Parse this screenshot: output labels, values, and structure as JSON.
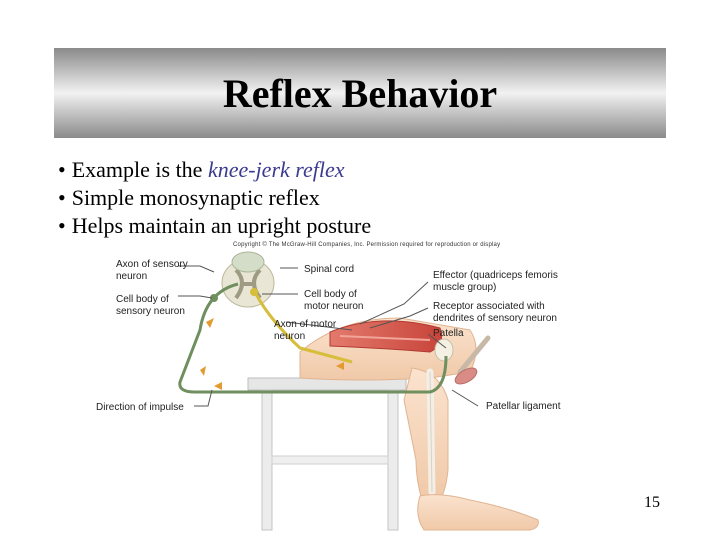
{
  "slide": {
    "title": "Reflex Behavior",
    "bullets": {
      "b1_prefix": "Example is the ",
      "b1_em": "knee-jerk reflex",
      "b2": "Simple monosynaptic reflex",
      "b3": "Helps maintain an upright posture"
    },
    "bullet_char": "•",
    "copyright": "Copyright © The McGraw-Hill Companies, Inc. Permission required for reproduction or display",
    "page_number": "15"
  },
  "figure": {
    "labels": {
      "axon_sensory_1": "Axon of sensory",
      "axon_sensory_2": "neuron",
      "cell_body_sensory_1": "Cell body of",
      "cell_body_sensory_2": "sensory neuron",
      "spinal_cord": "Spinal cord",
      "cell_body_motor_1": "Cell body of",
      "cell_body_motor_2": "motor neuron",
      "axon_motor_1": "Axon of motor",
      "axon_motor_2": "neuron",
      "effector_1": "Effector (quadriceps femoris",
      "effector_2": "muscle group)",
      "receptor_1": "Receptor associated with",
      "receptor_2": "dendrites of sensory neuron",
      "patella": "Patella",
      "patellar_ligament": "Patellar ligament",
      "direction": "Direction of impulse"
    }
  }
}
